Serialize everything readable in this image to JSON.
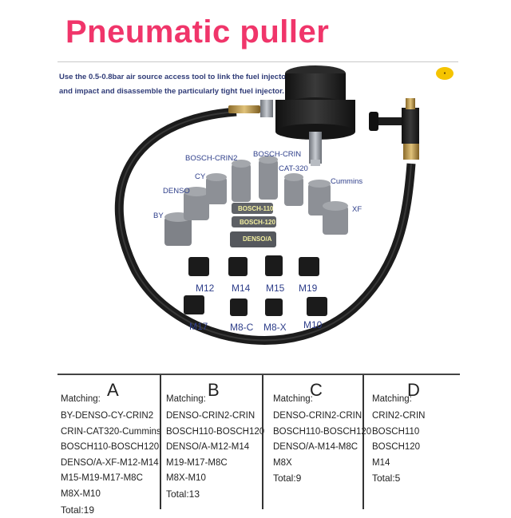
{
  "title": "Pneumatic puller",
  "description": {
    "line1": "Use the 0.5-0.8bar air source access tool to link the fuel injector",
    "line2": "and impact and disassemble the particularly tight fuel injector."
  },
  "adapter_labels": {
    "bosch_crin2": "BOSCH-CRIN2",
    "bosch_crin": "BOSCH-CRIN",
    "cy": "CY",
    "cat320": "CAT-320",
    "cummins": "Cummins",
    "denso": "DENSO",
    "xf": "XF",
    "by": "BY",
    "bosch110": "BOSCH-110",
    "bosch120": "BOSCH-120",
    "denso_a": "DENSO/A"
  },
  "thread_labels": {
    "m12": "M12",
    "m14": "M14",
    "m15": "M15",
    "m19": "M19",
    "m17": "M17",
    "m8c": "M8-C",
    "m8x": "M8-X",
    "m10": "M10"
  },
  "kits": [
    {
      "letter": "A",
      "matching": "Matching:",
      "items": [
        "BY-DENSO-CY-CRIN2",
        "CRIN-CAT320-Cummins",
        "BOSCH110-BOSCH120",
        "DENSO/A-XF-M12-M14",
        "M15-M19-M17-M8C",
        "M8X-M10"
      ],
      "total": "Total:19"
    },
    {
      "letter": "B",
      "matching": "Matching:",
      "items": [
        "DENSO-CRIN2-CRIN",
        "BOSCH110-BOSCH120",
        "DENSO/A-M12-M14",
        "M19-M17-M8C",
        "M8X-M10"
      ],
      "total": "Total:13"
    },
    {
      "letter": "C",
      "matching": "Matching:",
      "items": [
        "DENSO-CRIN2-CRIN",
        "BOSCH110-BOSCH120",
        "DENSO/A-M14-M8C",
        "M8X"
      ],
      "total": "Total:9"
    },
    {
      "letter": "D",
      "matching": "Matching:",
      "items": [
        "CRIN2-CRIN",
        "BOSCH110",
        "BOSCH120",
        "M14"
      ],
      "total": "Total:5"
    }
  ]
}
